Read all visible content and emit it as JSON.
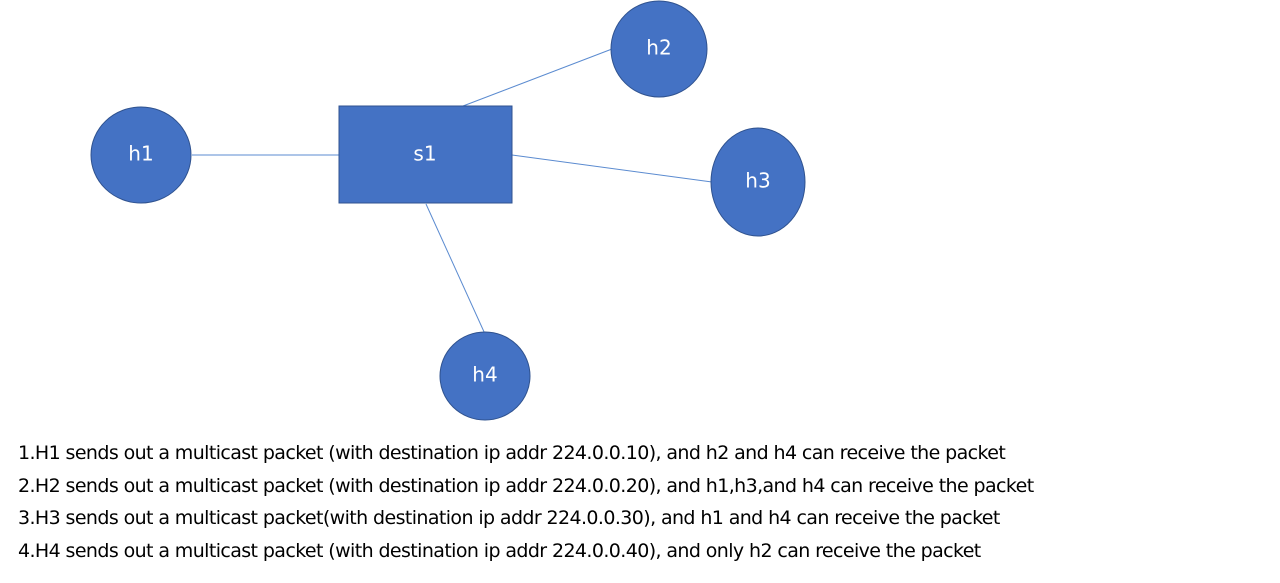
{
  "colors": {
    "node_fill": "#4472C4",
    "node_stroke": "#2F528F",
    "link": "#5B8BD0",
    "label": "#FFFFFF"
  },
  "nodes": {
    "h1": "h1",
    "h2": "h2",
    "h3": "h3",
    "h4": "h4",
    "s1": "s1"
  },
  "notes": [
    "1.H1 sends out a multicast packet (with destination ip addr 224.0.0.10), and h2 and h4 can receive the packet",
    "2.H2 sends out a multicast packet (with destination ip addr 224.0.0.20), and h1,h3,and h4 can receive the packet",
    "3.H3 sends out a multicast packet(with destination ip addr 224.0.0.30), and h1 and h4 can receive the packet",
    "4.H4 sends out a multicast packet (with destination ip addr 224.0.0.40), and only h2 can receive the packet"
  ]
}
